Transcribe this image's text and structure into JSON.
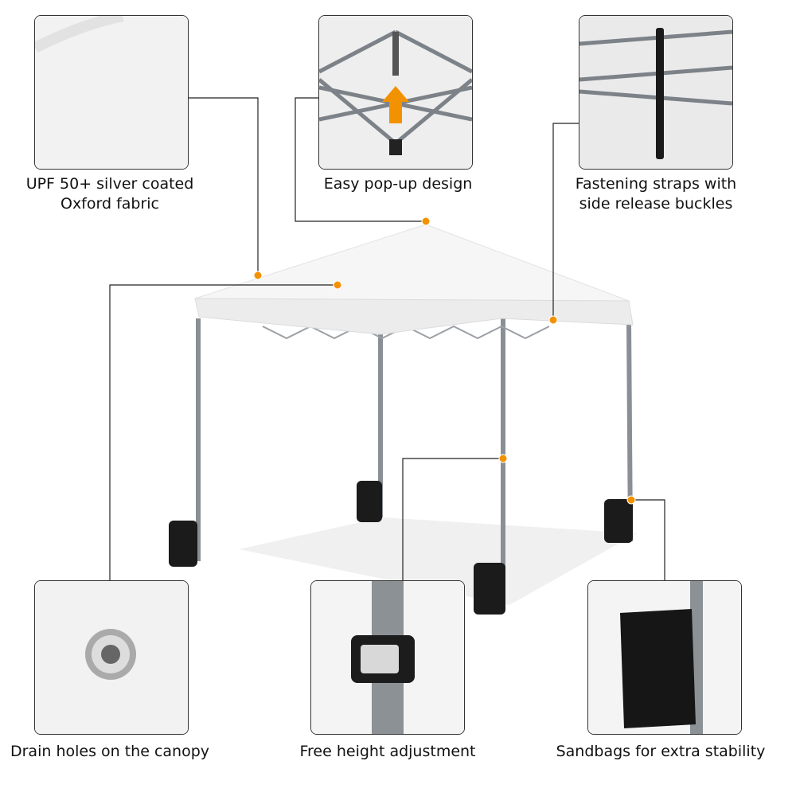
{
  "accent_color": "#f39200",
  "features": [
    {
      "id": "fabric",
      "lines": [
        "UPF 50+ silver coated",
        "Oxford fabric"
      ]
    },
    {
      "id": "popup",
      "lines": [
        "Easy pop-up design"
      ]
    },
    {
      "id": "straps",
      "lines": [
        "Fastening straps with",
        "side release buckles"
      ]
    },
    {
      "id": "drain",
      "lines": [
        "Drain holes on the canopy"
      ]
    },
    {
      "id": "height",
      "lines": [
        "Free height adjustment"
      ]
    },
    {
      "id": "sandbags",
      "lines": [
        "Sandbags for extra stability"
      ]
    }
  ]
}
